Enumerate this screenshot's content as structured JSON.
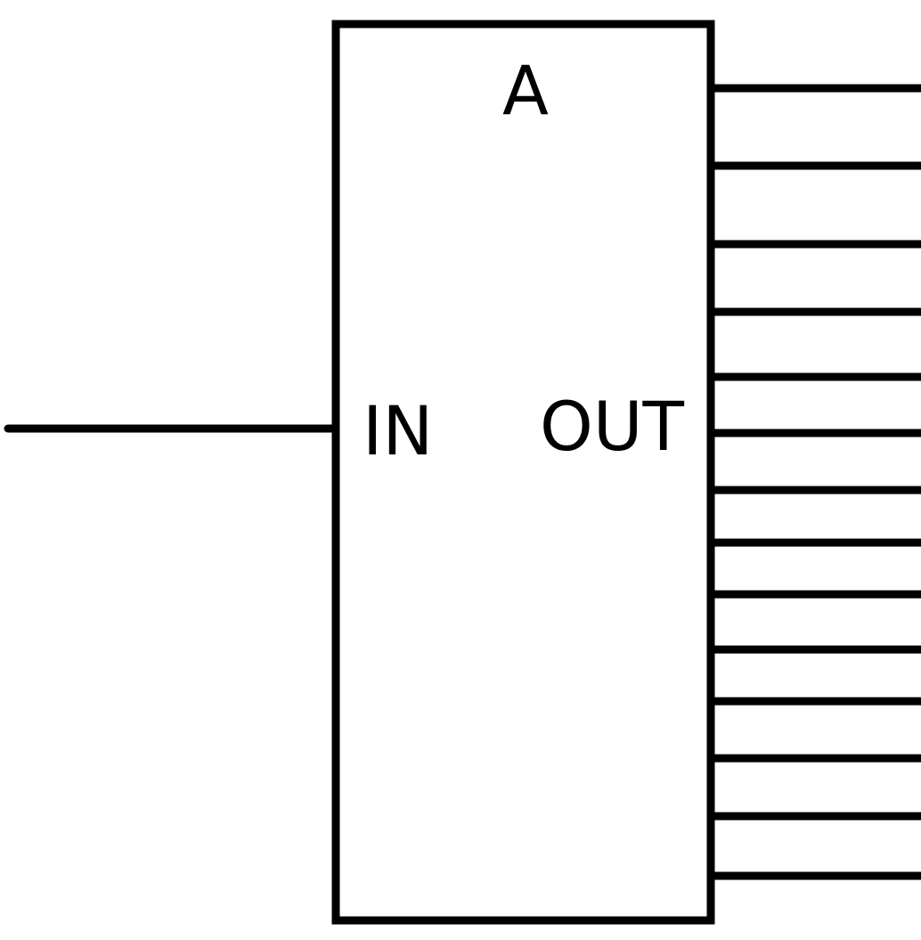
{
  "block": {
    "title": "A",
    "input_label": "IN",
    "output_label": "OUT"
  },
  "connections": {
    "inputs": 1,
    "outputs": 14
  },
  "colors": {
    "stroke": "#000000",
    "background": "#ffffff"
  }
}
